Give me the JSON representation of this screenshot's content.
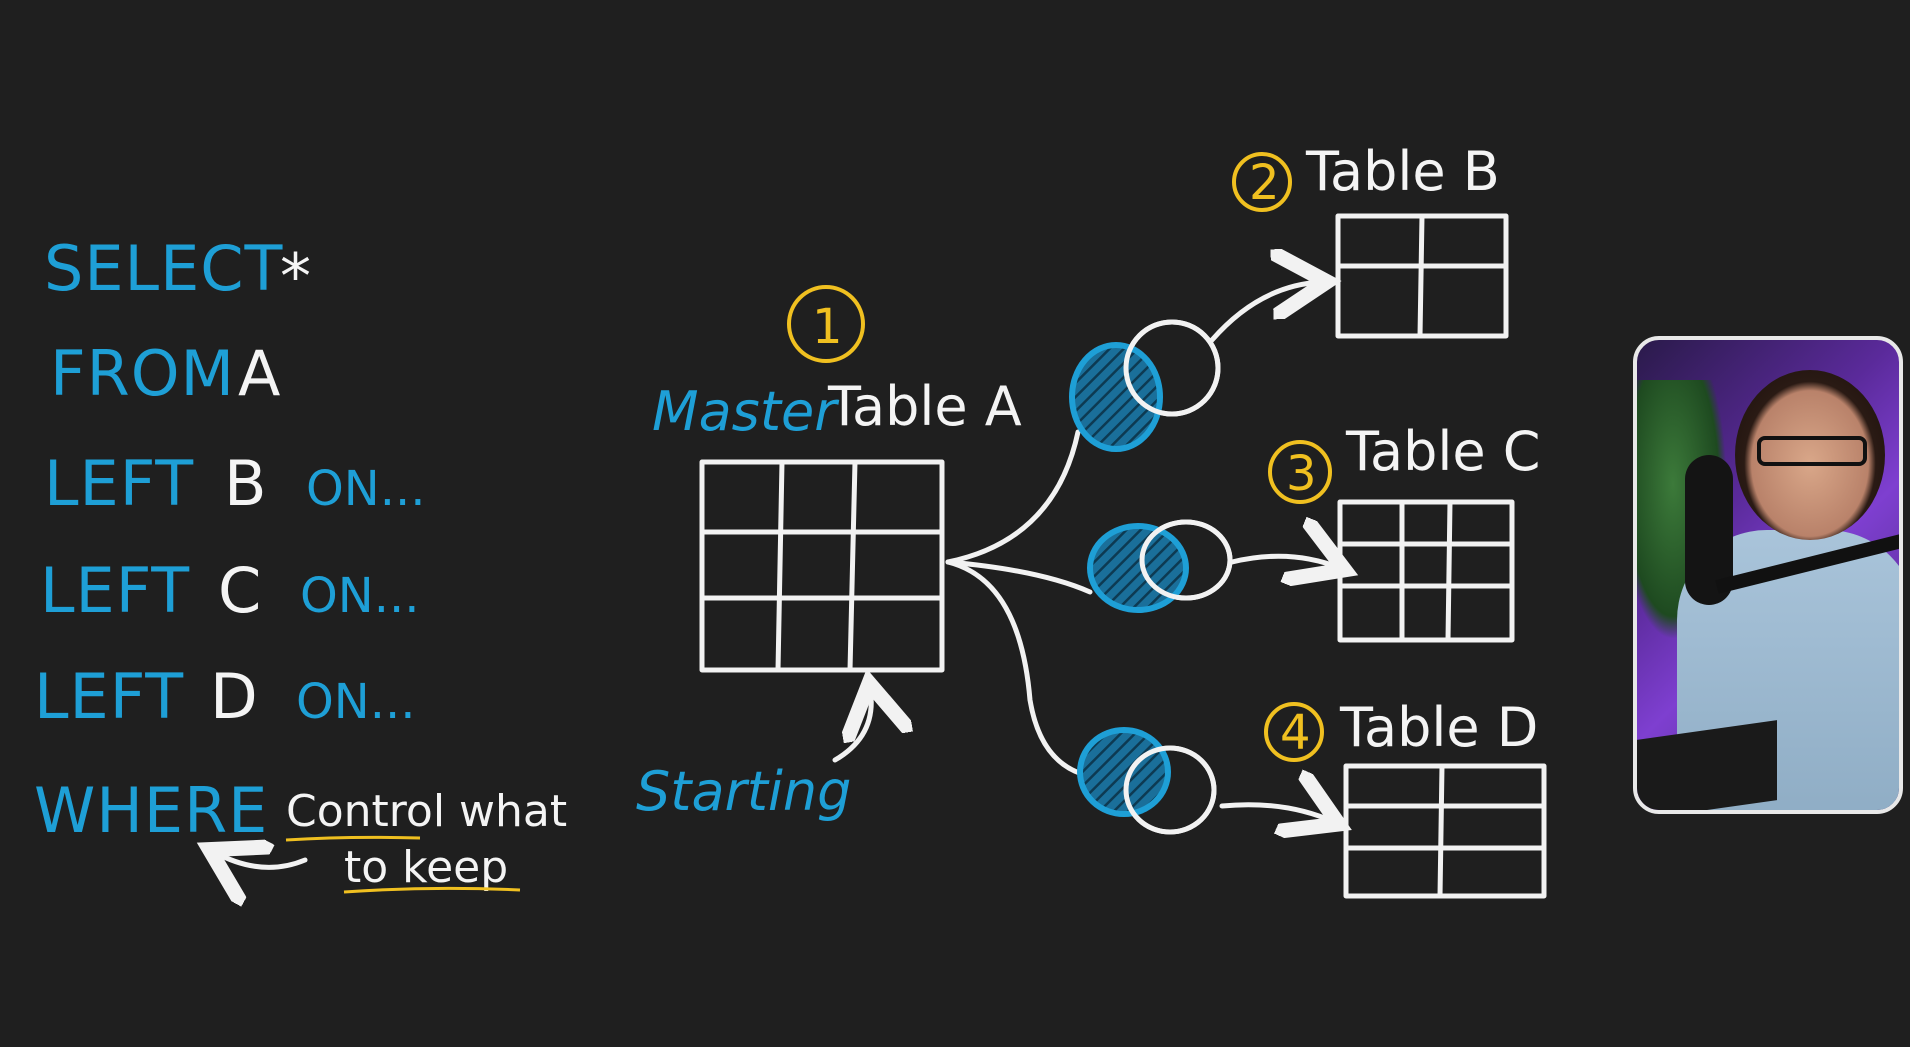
{
  "sql": {
    "select": "SELECT",
    "star": "*",
    "from": "FROM",
    "table_a": "A",
    "left1": "LEFT",
    "b": "B",
    "on1": "ON...",
    "left2": "LEFT",
    "c": "C",
    "on2": "ON...",
    "left3": "LEFT",
    "d": "D",
    "on3": "ON...",
    "where": "WHERE",
    "note_line1": "Control what",
    "note_line2": "to keep"
  },
  "diagram": {
    "master_number": "1",
    "master_word": "Master",
    "master_table": "Table A",
    "starting": "Starting",
    "table_b_number": "2",
    "table_b": "Table B",
    "table_c_number": "3",
    "table_c": "Table C",
    "table_d_number": "4",
    "table_d": "Table D"
  },
  "colors": {
    "background": "#1f1f1f",
    "keyword_blue": "#1e9fd6",
    "chalk_white": "#f4f4f4",
    "highlight_yellow": "#f0c020"
  },
  "webcam": {
    "present": true
  }
}
